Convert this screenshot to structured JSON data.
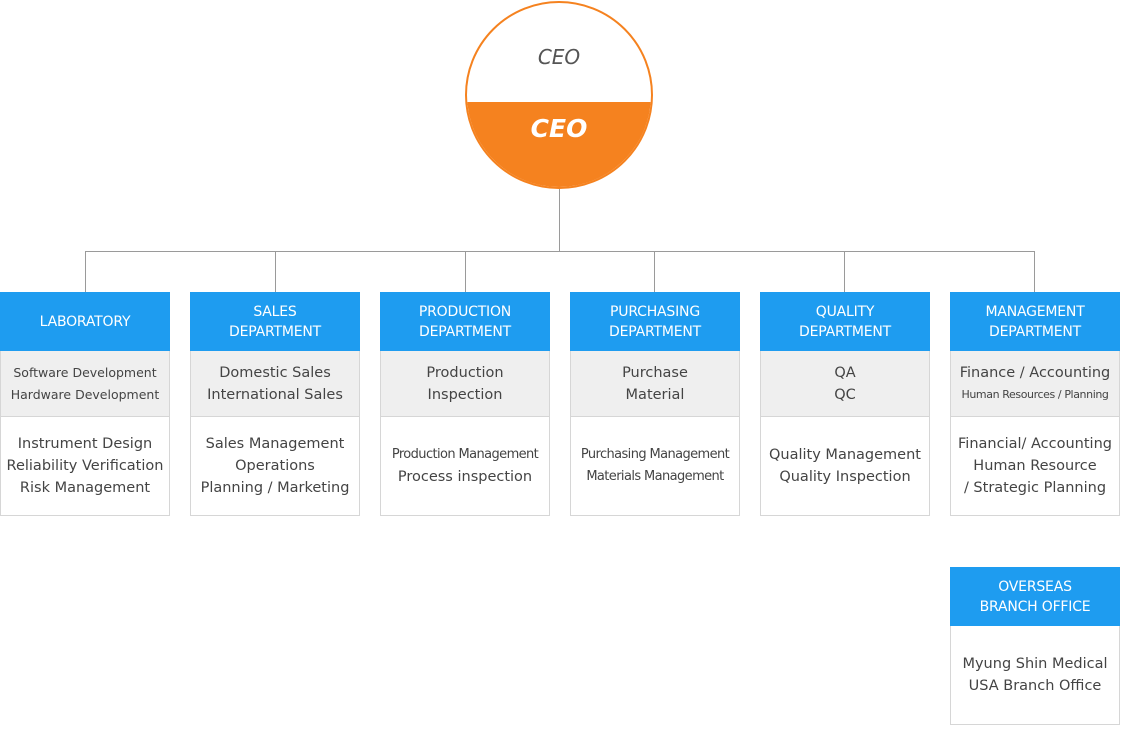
{
  "ceo": {
    "top_label": "CEO",
    "bottom_label": "CEO"
  },
  "departments": [
    {
      "head": [
        "LABORATORY"
      ],
      "sub": [
        "Software Development",
        "Hardware Development"
      ],
      "body": [
        "Instrument Design",
        "Reliability Verification",
        "Risk Management"
      ]
    },
    {
      "head": [
        "SALES",
        "DEPARTMENT"
      ],
      "sub": [
        "Domestic Sales",
        "International Sales"
      ],
      "body": [
        "Sales Management",
        "Operations",
        "Planning / Marketing"
      ]
    },
    {
      "head": [
        "PRODUCTION",
        "DEPARTMENT"
      ],
      "sub": [
        "Production",
        "Inspection"
      ],
      "body": [
        "Production Management",
        "Process inspection"
      ]
    },
    {
      "head": [
        "PURCHASING",
        "DEPARTMENT"
      ],
      "sub": [
        "Purchase",
        "Material"
      ],
      "body": [
        "Purchasing Management",
        "Materials Management"
      ]
    },
    {
      "head": [
        "QUALITY",
        "DEPARTMENT"
      ],
      "sub": [
        "QA",
        "QC"
      ],
      "body": [
        "Quality Management",
        "Quality Inspection"
      ]
    },
    {
      "head": [
        "MANAGEMENT",
        "DEPARTMENT"
      ],
      "sub": [
        "Finance / Accounting",
        "Human Resources / Planning"
      ],
      "body": [
        "Financial/ Accounting",
        "Human Resource",
        "/ Strategic Planning"
      ]
    }
  ],
  "overseas": {
    "head": [
      "OVERSEAS",
      "BRANCH OFFICE"
    ],
    "body": [
      "Myung Shin Medical",
      "USA Branch Office"
    ]
  },
  "colors": {
    "ceo_orange": "#f5821f",
    "dept_blue": "#1e9cf0",
    "sub_gray": "#efefef",
    "line_gray": "#9a9a9a"
  }
}
